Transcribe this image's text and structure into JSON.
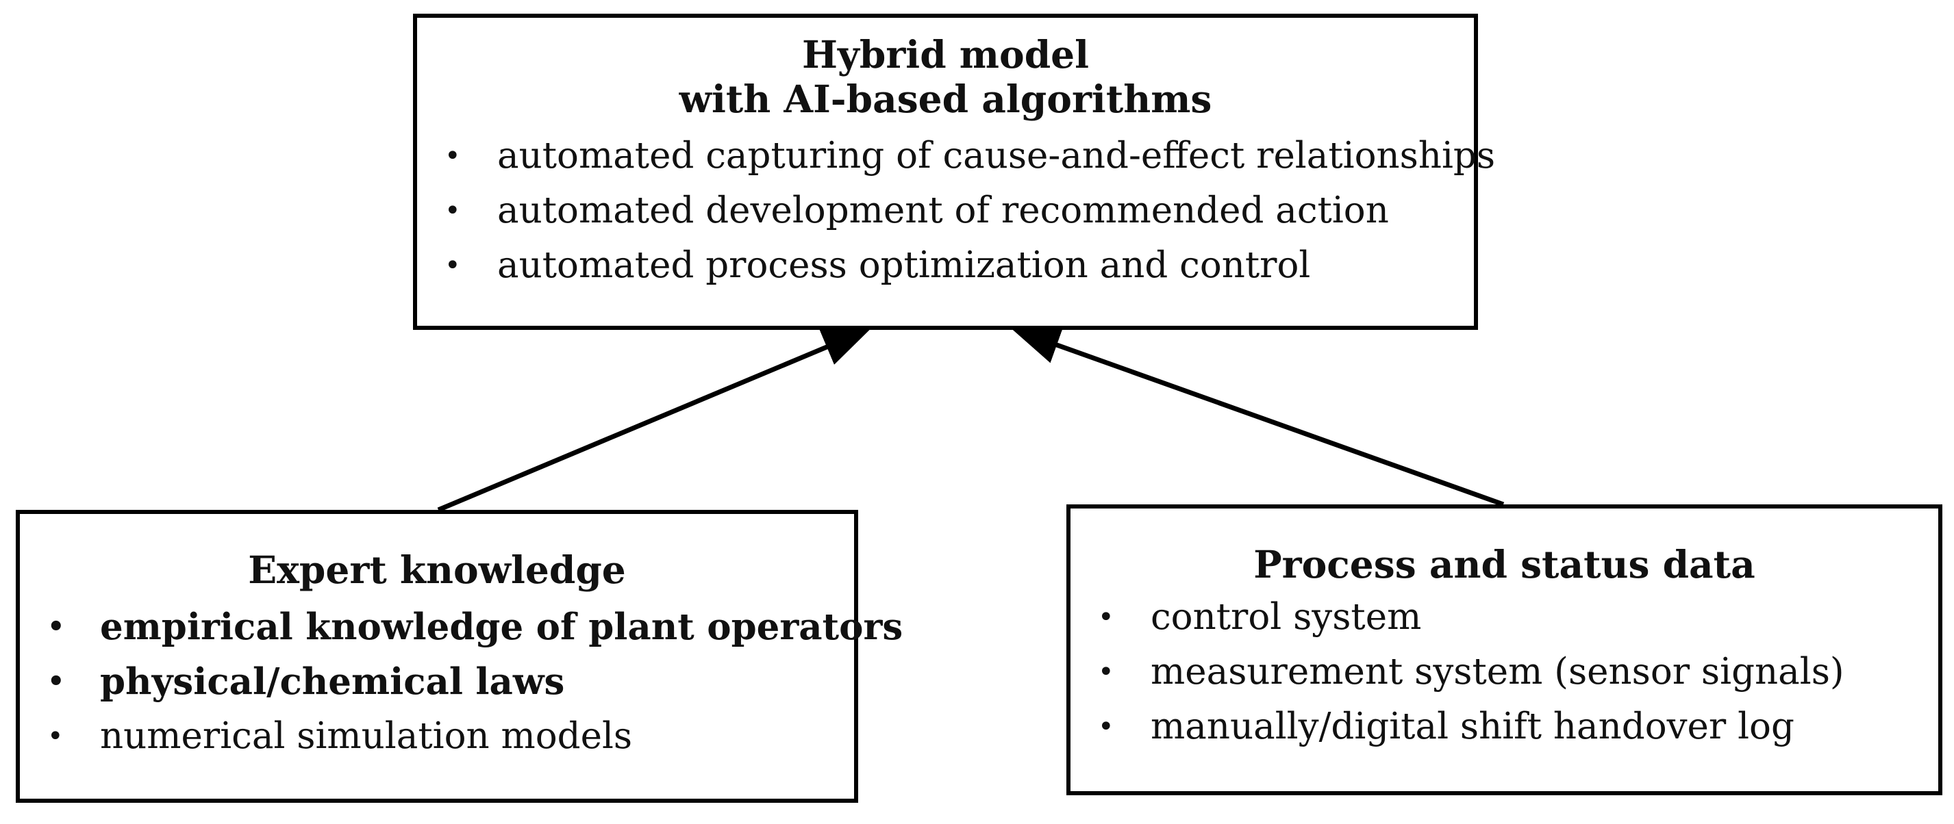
{
  "hybrid_model": {
    "title_line1": "Hybrid model",
    "title_line2": "with AI-based algorithms",
    "items": [
      "automated capturing of cause-and-effect relationships",
      "automated development of recommended action",
      "automated process optimization and control"
    ]
  },
  "expert_knowledge": {
    "title": "Expert knowledge",
    "items": [
      "empirical knowledge of plant operators",
      "physical/chemical laws",
      "numerical simulation models"
    ]
  },
  "process_data": {
    "title": "Process and status data",
    "items": [
      "control system",
      "measurement system (sensor signals)",
      "manually/digital shift handover log"
    ]
  },
  "bullet_char": "•",
  "colors": {
    "stroke": "#000000",
    "text": "#111111",
    "background": "#ffffff"
  }
}
